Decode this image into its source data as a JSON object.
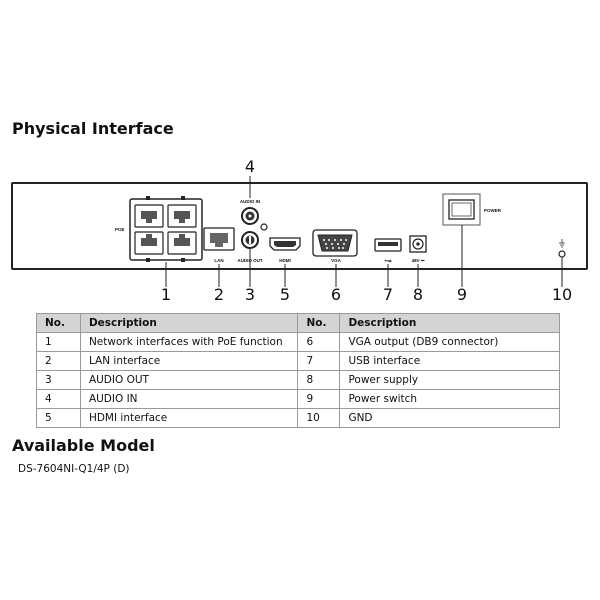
{
  "headings": {
    "physical_interface": "Physical Interface",
    "available_model": "Available Model"
  },
  "panel": {
    "poe_label": "POE",
    "lan_label": "LAN",
    "audio_in_label": "AUDIO IN",
    "audio_out_label": "AUDIO OUT",
    "hdmi_label": "HDMI",
    "vga_label": "VGA",
    "usb_label": "⭠⇌",
    "power_input_label": "48V ⎓",
    "power_switch_label": "POWER"
  },
  "callouts": [
    "1",
    "2",
    "3",
    "4",
    "5",
    "6",
    "7",
    "8",
    "9",
    "10"
  ],
  "table": {
    "headers": [
      "No.",
      "Description",
      "No.",
      "Description"
    ],
    "rows": [
      [
        "1",
        "Network interfaces with PoE function",
        "6",
        "VGA output (DB9 connector)"
      ],
      [
        "2",
        "LAN interface",
        "7",
        "USB interface"
      ],
      [
        "3",
        "AUDIO OUT",
        "8",
        "Power supply"
      ],
      [
        "4",
        "AUDIO IN",
        "9",
        "Power switch"
      ],
      [
        "5",
        "HDMI interface",
        "10",
        "GND"
      ]
    ]
  },
  "model": "DS-7604NI-Q1/4P (D)"
}
